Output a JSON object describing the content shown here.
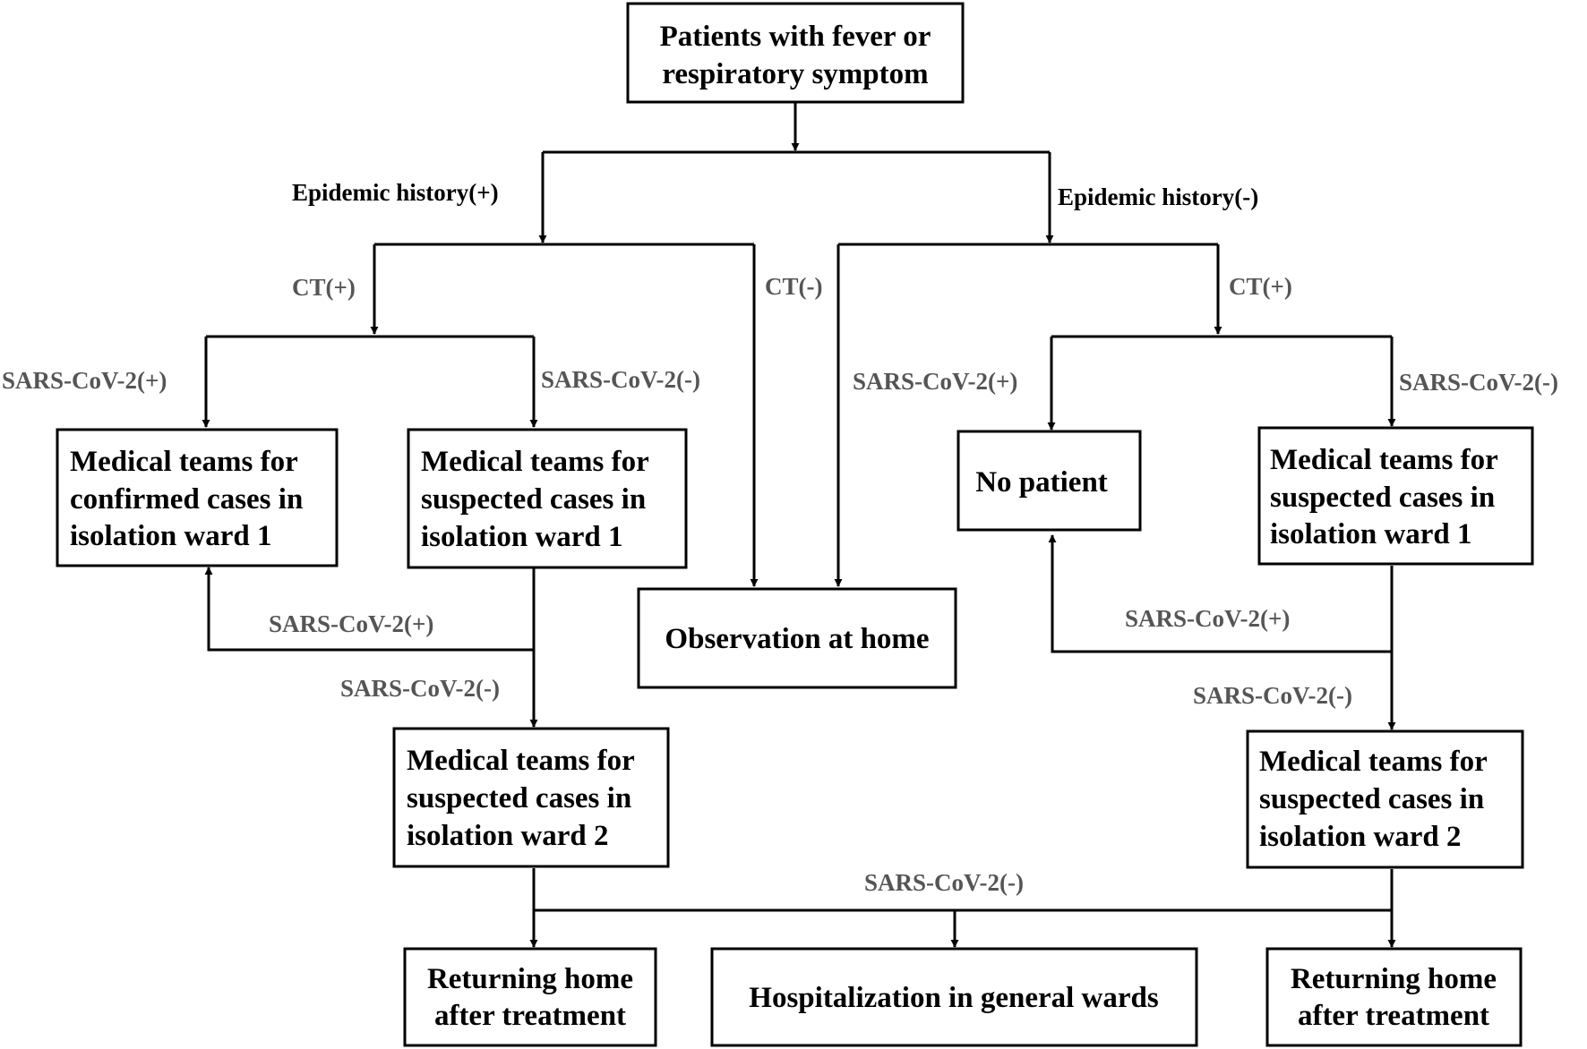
{
  "nodes": {
    "start": [
      "Patients with fever or",
      "respiratory symptom"
    ],
    "confirmed_w1": [
      "Medical teams for",
      "confirmed cases in",
      "isolation ward 1"
    ],
    "suspected_w1_left": [
      "Medical teams for",
      "suspected cases in",
      "isolation ward 1"
    ],
    "observation": [
      "Observation at home"
    ],
    "no_patient": [
      "No patient"
    ],
    "suspected_w1_right": [
      "Medical teams for",
      "suspected cases in",
      "isolation ward 1"
    ],
    "suspected_w2_left": [
      "Medical teams for",
      "suspected cases in",
      "isolation ward 2"
    ],
    "suspected_w2_right": [
      "Medical teams for",
      "suspected cases in",
      "isolation ward 2"
    ],
    "return_left": [
      "Returning home",
      "after treatment"
    ],
    "hospitalization": [
      "Hospitalization in general wards"
    ],
    "return_right": [
      "Returning home",
      "after treatment"
    ]
  },
  "labels": {
    "epi_pos": "Epidemic history(+)",
    "epi_neg": "Epidemic history(-)",
    "ct_pos_left": "CT(+)",
    "ct_neg": "CT(-)",
    "ct_pos_right": "CT(+)",
    "sars_pos_left": "SARS-CoV-2(+)",
    "sars_neg_left": "SARS-CoV-2(-)",
    "sars_pos_right": "SARS-CoV-2(+)",
    "sars_neg_right": "SARS-CoV-2(-)",
    "sars_pos_back_left": "SARS-CoV-2(+)",
    "sars_neg_down_left": "SARS-CoV-2(-)",
    "sars_pos_back_right": "SARS-CoV-2(+)",
    "sars_neg_down_right": "SARS-CoV-2(-)",
    "sars_neg_bottom": "SARS-CoV-2(-)"
  }
}
